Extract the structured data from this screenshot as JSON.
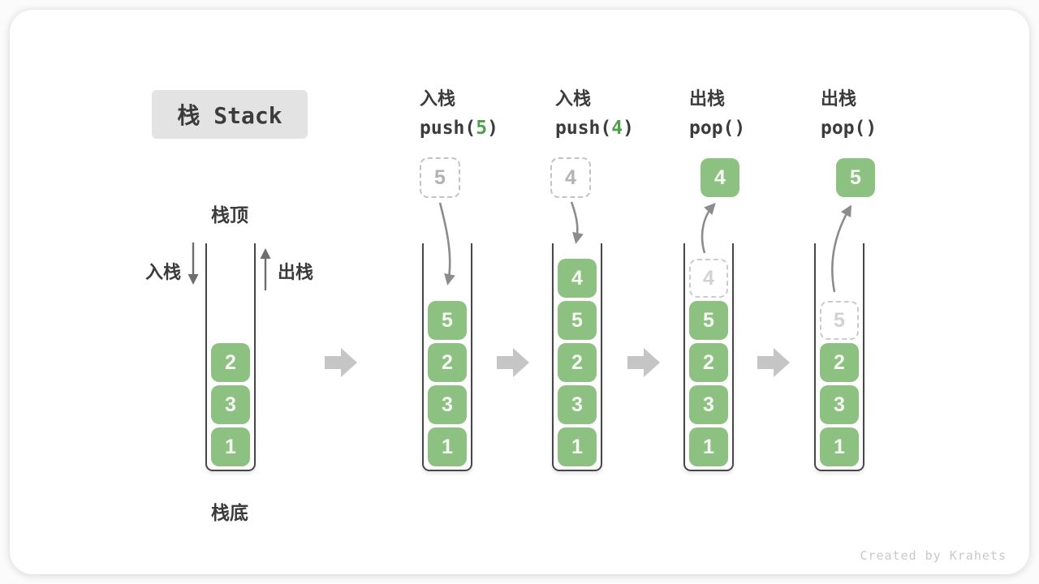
{
  "title_badge": {
    "label": "栈 Stack"
  },
  "stack_labels": {
    "top": "栈顶",
    "bottom": "栈底",
    "push_side": "入栈",
    "pop_side": "出栈"
  },
  "operations": [
    {
      "name": "入栈",
      "code_pre": "push(",
      "code_val": "5",
      "code_post": ")"
    },
    {
      "name": "入栈",
      "code_pre": "push(",
      "code_val": "4",
      "code_post": ")"
    },
    {
      "name": "出栈",
      "code_pre": "pop(",
      "code_val": "",
      "code_post": ")"
    },
    {
      "name": "出栈",
      "code_pre": "pop(",
      "code_val": "",
      "code_post": ")"
    }
  ],
  "stacks": [
    {
      "values": [
        "2",
        "3",
        "1"
      ]
    },
    {
      "floating": "5",
      "values": [
        "5",
        "2",
        "3",
        "1"
      ]
    },
    {
      "floating": "4",
      "values": [
        "4",
        "5",
        "2",
        "3",
        "1"
      ]
    },
    {
      "popped": "4",
      "ghost": "4",
      "values": [
        "5",
        "2",
        "3",
        "1"
      ]
    },
    {
      "popped": "5",
      "ghost": "5",
      "values": [
        "2",
        "3",
        "1"
      ]
    }
  ],
  "watermark": "Created by Krahets",
  "colors": {
    "box_green": "#8dc181",
    "code_green": "#4fa04c",
    "text_dark": "#3b3b3b",
    "arrow_gray": "#8c8c8c",
    "block_arrow_gray": "#c5c5c5",
    "dashed_gray": "#c3c3c3",
    "badge_bg": "#e3e3e3",
    "watermark_gray": "#c9c9c9"
  }
}
